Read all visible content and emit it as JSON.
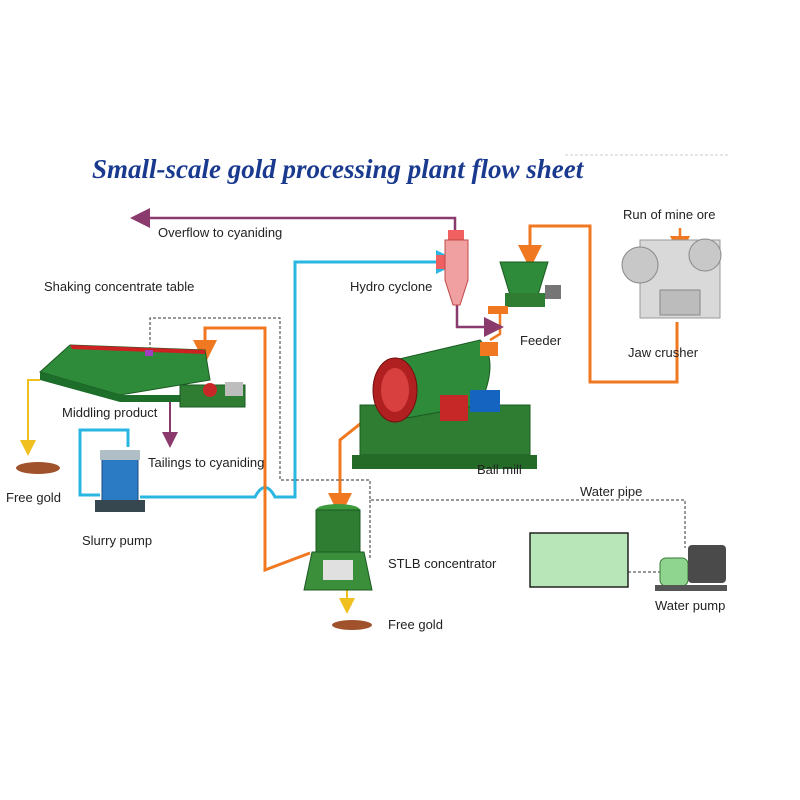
{
  "title": "Small-scale gold processing plant flow sheet",
  "labels": {
    "overflow": "Overflow to cyaniding",
    "hydro_cyclone": "Hydro cyclone",
    "run_of_mine": "Run of mine ore",
    "shaking_table": "Shaking concentrate table",
    "feeder": "Feeder",
    "jaw_crusher": "Jaw crusher",
    "middling": "Middling product",
    "tailings": "Tailings to cyaniding",
    "free_gold_left": "Free gold",
    "ball_mill": "Ball mill",
    "water_pipe": "Water  pipe",
    "slurry_pump": "Slurry  pump",
    "stlb": "STLB  concentrator",
    "water_pump": "Water  pump",
    "free_gold_bottom": "Free gold"
  },
  "colors": {
    "title": "#1a3a8f",
    "ore_flow": "#f07820",
    "water_flow": "#29b6e0",
    "tailings_flow": "#8b3a6e",
    "gold_flow": "#f0c020",
    "equipment_green": "#2e8b3a",
    "water_tank": "#b8e6b8"
  }
}
